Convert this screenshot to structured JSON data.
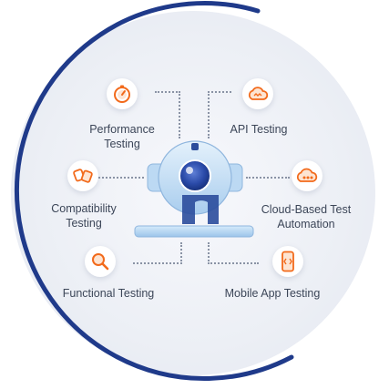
{
  "diagram": {
    "items": [
      {
        "label_lines": [
          "Performance",
          "Testing"
        ],
        "icon": "stopwatch-icon"
      },
      {
        "label_lines": [
          "API Testing"
        ],
        "icon": "cloud-icon"
      },
      {
        "label_lines": [
          "Compatibility",
          "Testing"
        ],
        "icon": "compatibility-icon"
      },
      {
        "label_lines": [
          "Cloud-Based Test",
          "Automation"
        ],
        "icon": "cloud-automation-icon"
      },
      {
        "label_lines": [
          "Functional Testing"
        ],
        "icon": "magnifier-icon"
      },
      {
        "label_lines": [
          "Mobile App Testing"
        ],
        "icon": "mobile-icon"
      }
    ]
  },
  "colors": {
    "ring": "#1f3a8a",
    "accent": "#f26a1b",
    "robot_body": "#cbe3f7",
    "robot_eye": "#1b3a8f",
    "text": "#3c4658"
  }
}
